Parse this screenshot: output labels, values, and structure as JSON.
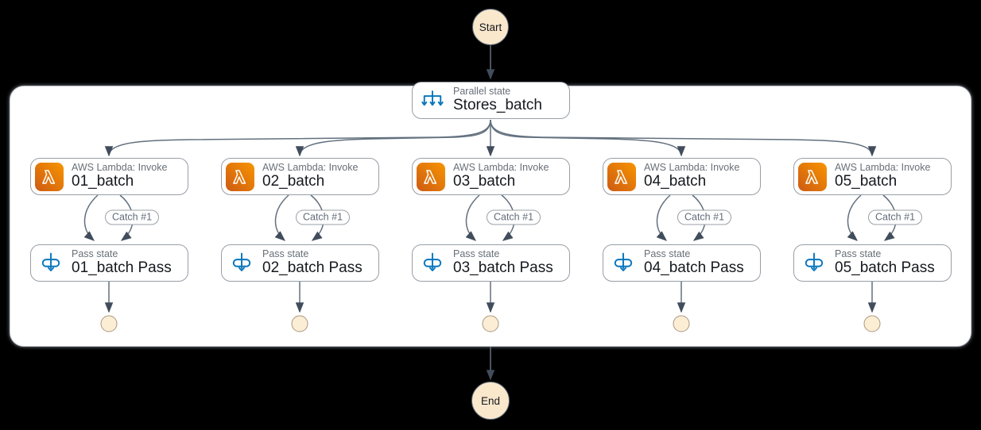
{
  "colors": {
    "background": "#000000",
    "container_fill": "#ffffff",
    "card_border": "#979ea6",
    "edge_line": "#63707e",
    "arrowhead": "#414d5c",
    "start_end_fill": "#f9e8cc",
    "start_end_border": "#5f6b7a",
    "terminal_dot_fill": "#fcedd5",
    "terminal_dot_border": "#a99880",
    "accent_blue": "#0976bc",
    "lambda_orange_dark": "#cd5a13",
    "lambda_orange_light": "#f89500",
    "type_label_gray": "#687078",
    "title_dark": "#16191f"
  },
  "start_node": {
    "label": "Start"
  },
  "end_node": {
    "label": "End"
  },
  "parallel_state": {
    "type_label": "Parallel state",
    "title": "Stores_batch",
    "icon": "parallel-icon"
  },
  "branches": [
    {
      "task": {
        "type_label": "AWS Lambda: Invoke",
        "title": "01_batch",
        "icon": "lambda-icon"
      },
      "catch_label": "Catch #1",
      "pass": {
        "type_label": "Pass state",
        "title": "01_batch Pass",
        "icon": "pass-icon"
      }
    },
    {
      "task": {
        "type_label": "AWS Lambda: Invoke",
        "title": "02_batch",
        "icon": "lambda-icon"
      },
      "catch_label": "Catch #1",
      "pass": {
        "type_label": "Pass state",
        "title": "02_batch Pass",
        "icon": "pass-icon"
      }
    },
    {
      "task": {
        "type_label": "AWS Lambda: Invoke",
        "title": "03_batch",
        "icon": "lambda-icon"
      },
      "catch_label": "Catch #1",
      "pass": {
        "type_label": "Pass state",
        "title": "03_batch Pass",
        "icon": "pass-icon"
      }
    },
    {
      "task": {
        "type_label": "AWS Lambda: Invoke",
        "title": "04_batch",
        "icon": "lambda-icon"
      },
      "catch_label": "Catch #1",
      "pass": {
        "type_label": "Pass state",
        "title": "04_batch Pass",
        "icon": "pass-icon"
      }
    },
    {
      "task": {
        "type_label": "AWS Lambda: Invoke",
        "title": "05_batch",
        "icon": "lambda-icon"
      },
      "catch_label": "Catch #1",
      "pass": {
        "type_label": "Pass state",
        "title": "05_batch Pass",
        "icon": "pass-icon"
      }
    }
  ]
}
